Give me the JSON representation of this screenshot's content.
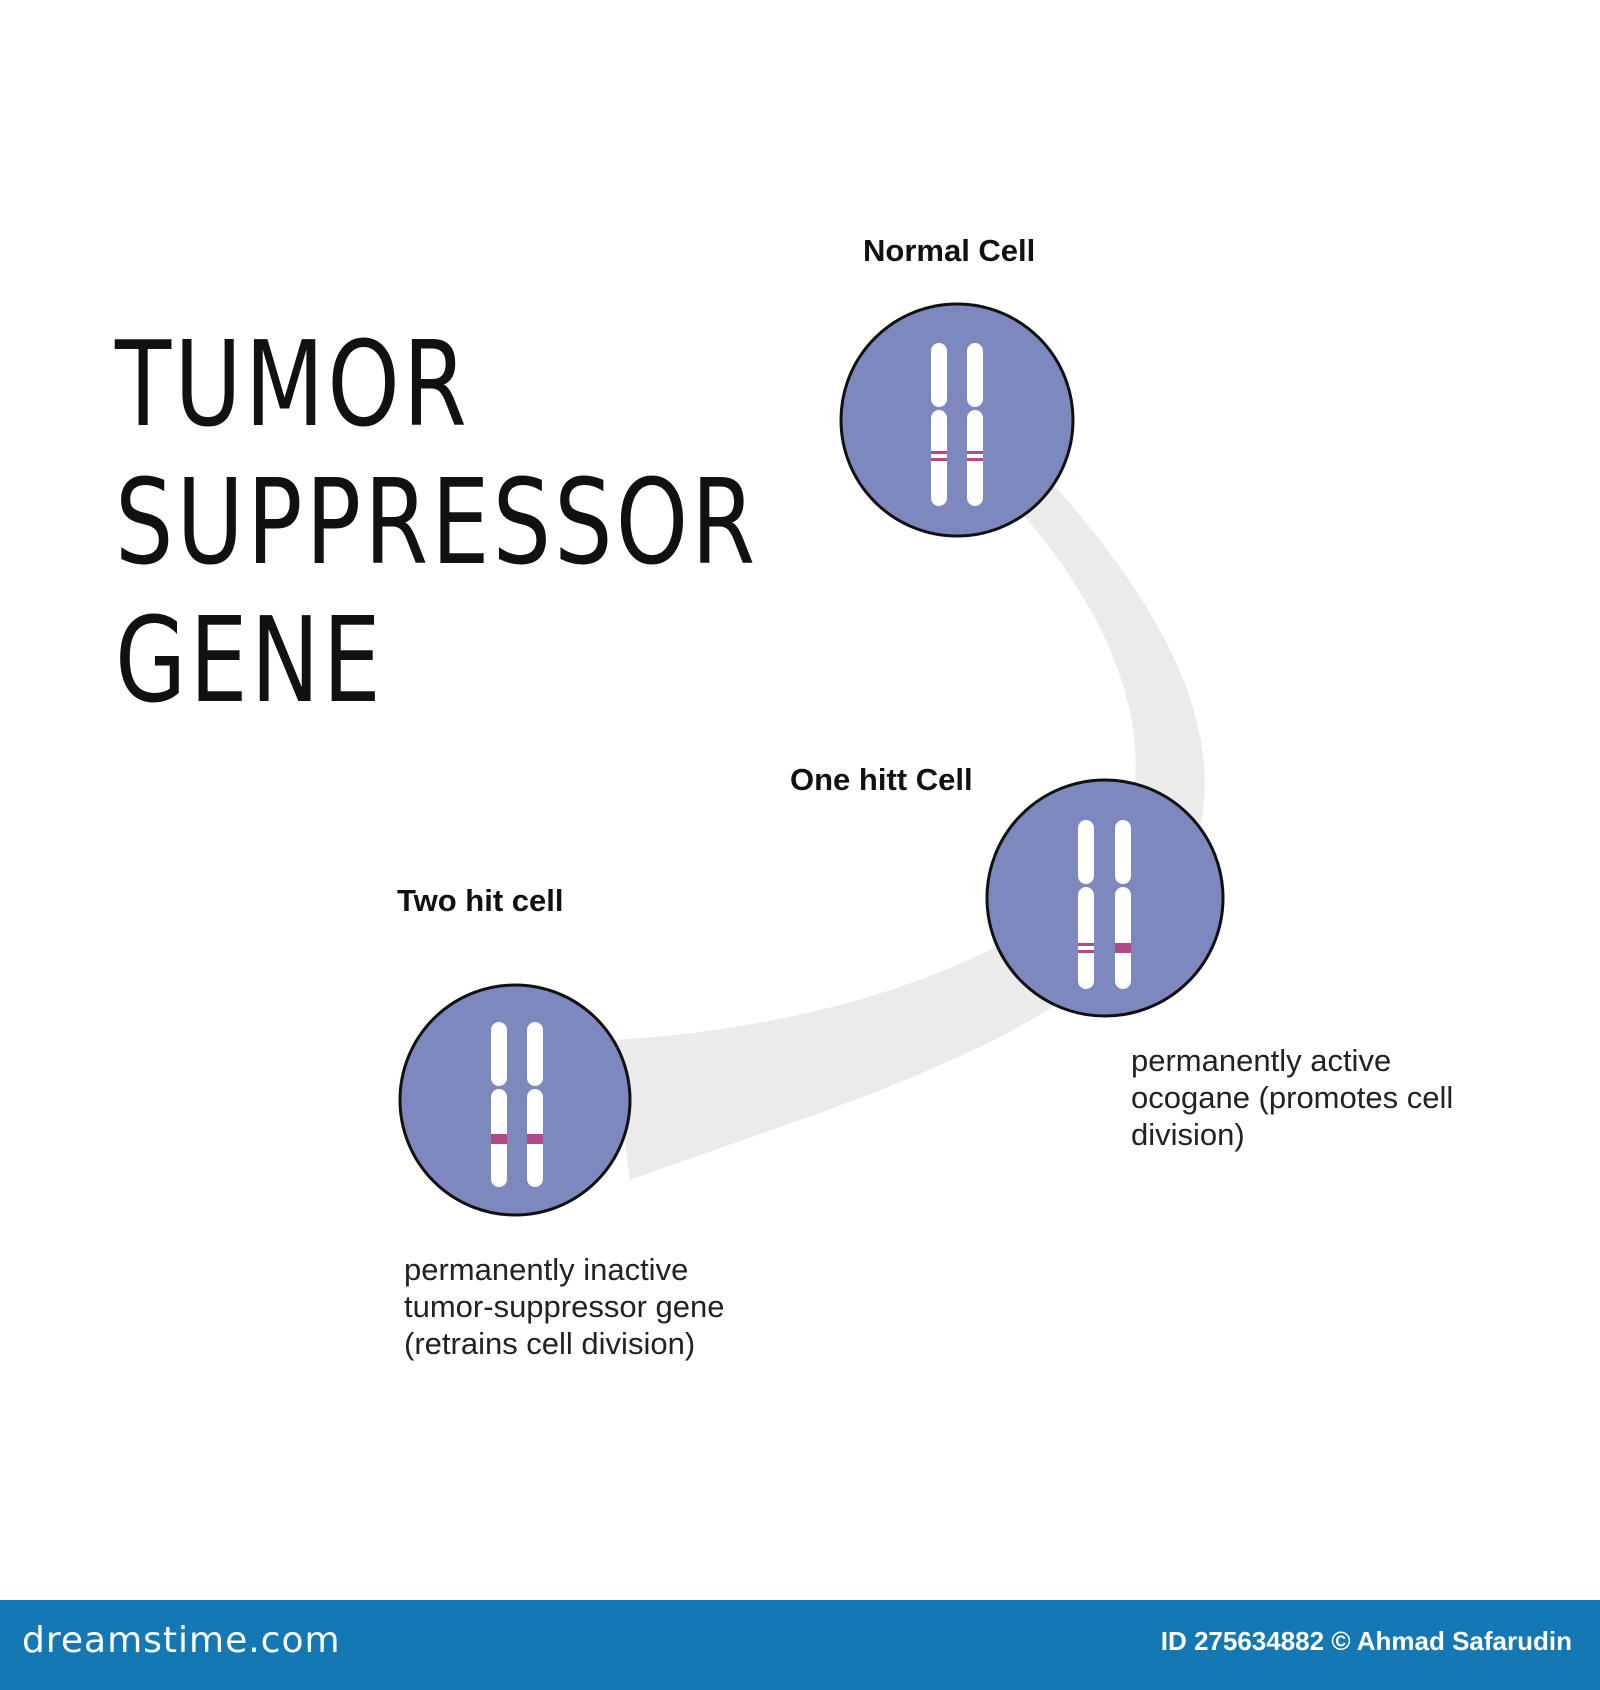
{
  "title": {
    "line1": "TUMOR",
    "line2": "SUPPRESSOR",
    "line3": "GENE"
  },
  "cells": {
    "normal": {
      "label": "Normal Cell"
    },
    "one_hit": {
      "label": "One hitt Cell",
      "caption": [
        "permanently active",
        "ocogane (promotes cell",
        "division)"
      ]
    },
    "two_hit": {
      "label": "Two hit cell",
      "caption": [
        "permanently inactive",
        "tumor-suppressor gene",
        "(retrains cell division)"
      ]
    }
  },
  "footer": {
    "brand": "dreamstime.com",
    "credit": "ID 275634882 © Ahmad Safarudin"
  },
  "colors": {
    "cell_fill": "#7d88bf",
    "band": "#b14a86",
    "path": "#ebebeb",
    "footer": "#1478b4"
  }
}
